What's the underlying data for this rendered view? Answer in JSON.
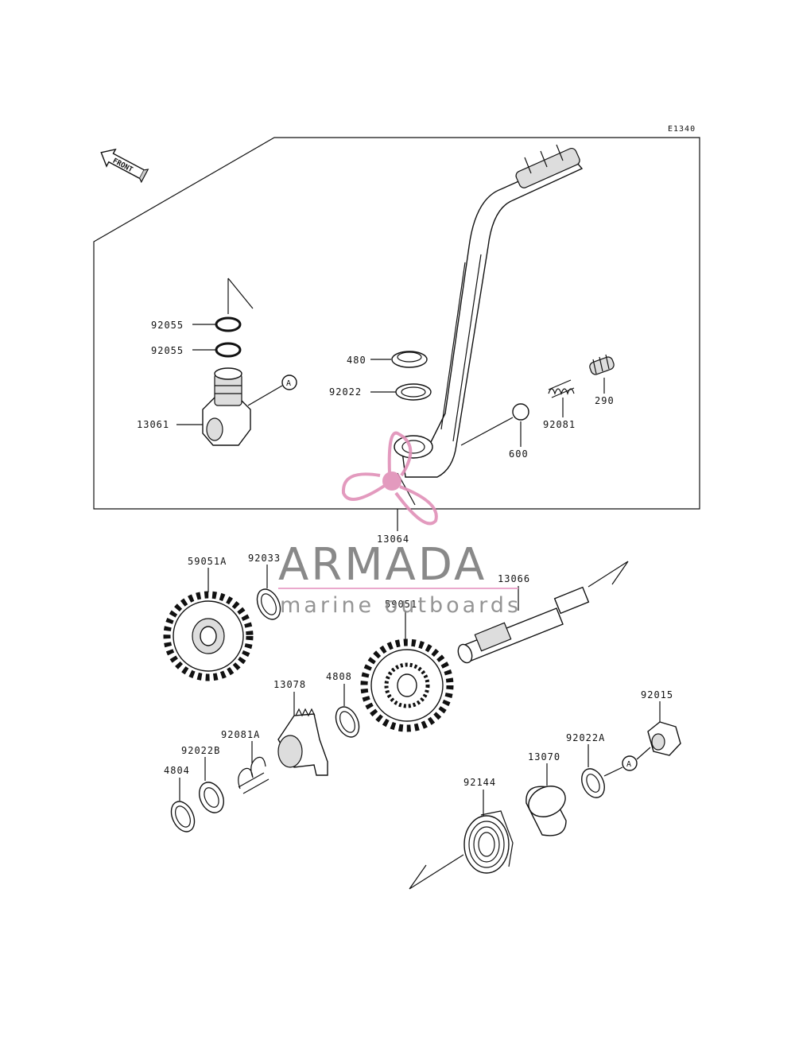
{
  "diagram_code": "E1340",
  "front_label": "FRONT",
  "callout_a": "A",
  "watermark": {
    "brand": "ARMADA",
    "tagline": "marine outboards",
    "accent_color": "#e090b8",
    "line_color": "#e8a0c8"
  },
  "parts": {
    "ring_top": "92055",
    "ring_second": "92055",
    "lever_holder": "13061",
    "washer_top": "480",
    "washer_second": "92022",
    "spring": "92081",
    "spring_cap": "290",
    "ball": "600",
    "kick_pedal": "13064",
    "gear_left": "59051A",
    "collar_left": "92033",
    "shaft": "13066",
    "gear_center": "59051",
    "ratchet": "13078",
    "washer_center": "4808",
    "nut": "92015",
    "washer_right": "92022A",
    "spring_left": "92081A",
    "washer_left": "92022B",
    "circlip": "4804",
    "collar_right": "13070",
    "torsion_spring": "92144"
  }
}
